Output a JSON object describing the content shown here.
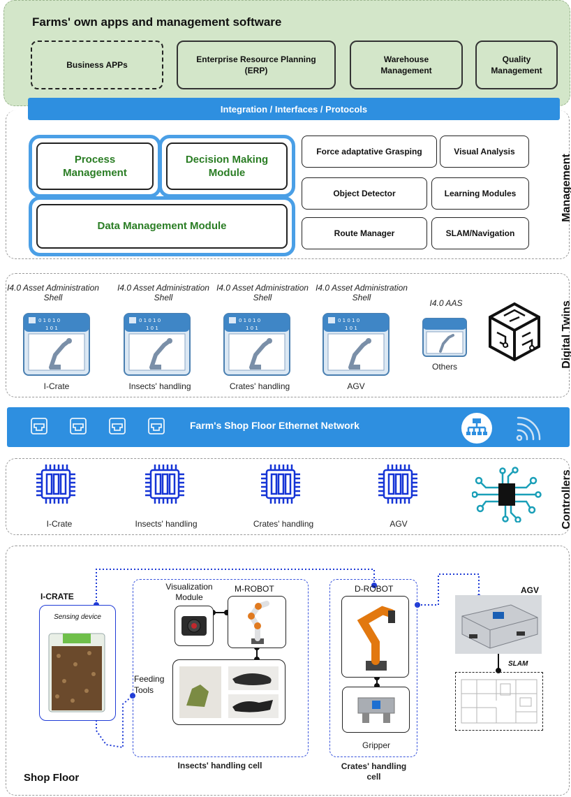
{
  "top": {
    "title": "Farms' own apps and management software",
    "apps": [
      "Business APPs",
      "Enterprise Resource Planning (ERP)",
      "Warehouse Management",
      "Quality Management"
    ]
  },
  "integration_bar": "Integration / Interfaces / Protocols",
  "management": {
    "label": "Management",
    "modules": [
      "Process Management",
      "Decision Making Module",
      "Data Management Module"
    ],
    "tools": [
      "Force adaptative Grasping",
      "Visual Analysis",
      "Object  Detector",
      "Learning Modules",
      "Route Manager",
      "SLAM/Navigation"
    ]
  },
  "digital_twins": {
    "label": "Digital Twins",
    "twins": [
      {
        "title": "I4.0 Asset Administration Shell",
        "caption": "I-Crate"
      },
      {
        "title": "I4.0 Asset Administration Shell",
        "caption": "Insects' handling"
      },
      {
        "title": "I4.0 Asset Administration Shell",
        "caption": "Crates' handling"
      },
      {
        "title": "I4.0 Asset Administration Shell",
        "caption": "AGV"
      },
      {
        "title": "I4.0 AAS",
        "caption": "Others"
      }
    ],
    "binary_top": "0 1  0 1 0",
    "binary_mid": "1 0 1"
  },
  "network": {
    "label": "Farm's Shop Floor  Ethernet Network"
  },
  "controllers": {
    "label": "Controllers",
    "items": [
      "I-Crate",
      "Insects' handling",
      "Crates' handling",
      "AGV"
    ]
  },
  "shop_floor": {
    "label": "Shop Floor",
    "icrate": "I-CRATE",
    "sensing": "Sensing device",
    "visualization": "Visualization Module",
    "mrobot": "M-ROBOT",
    "feeding": "Feeding Tools",
    "insects_cell": "Insects' handling cell",
    "drobot": "D-ROBOT",
    "gripper": "Gripper",
    "crates_cell": "Crates' handling cell",
    "agv": "AGV",
    "slam": "SLAM"
  }
}
